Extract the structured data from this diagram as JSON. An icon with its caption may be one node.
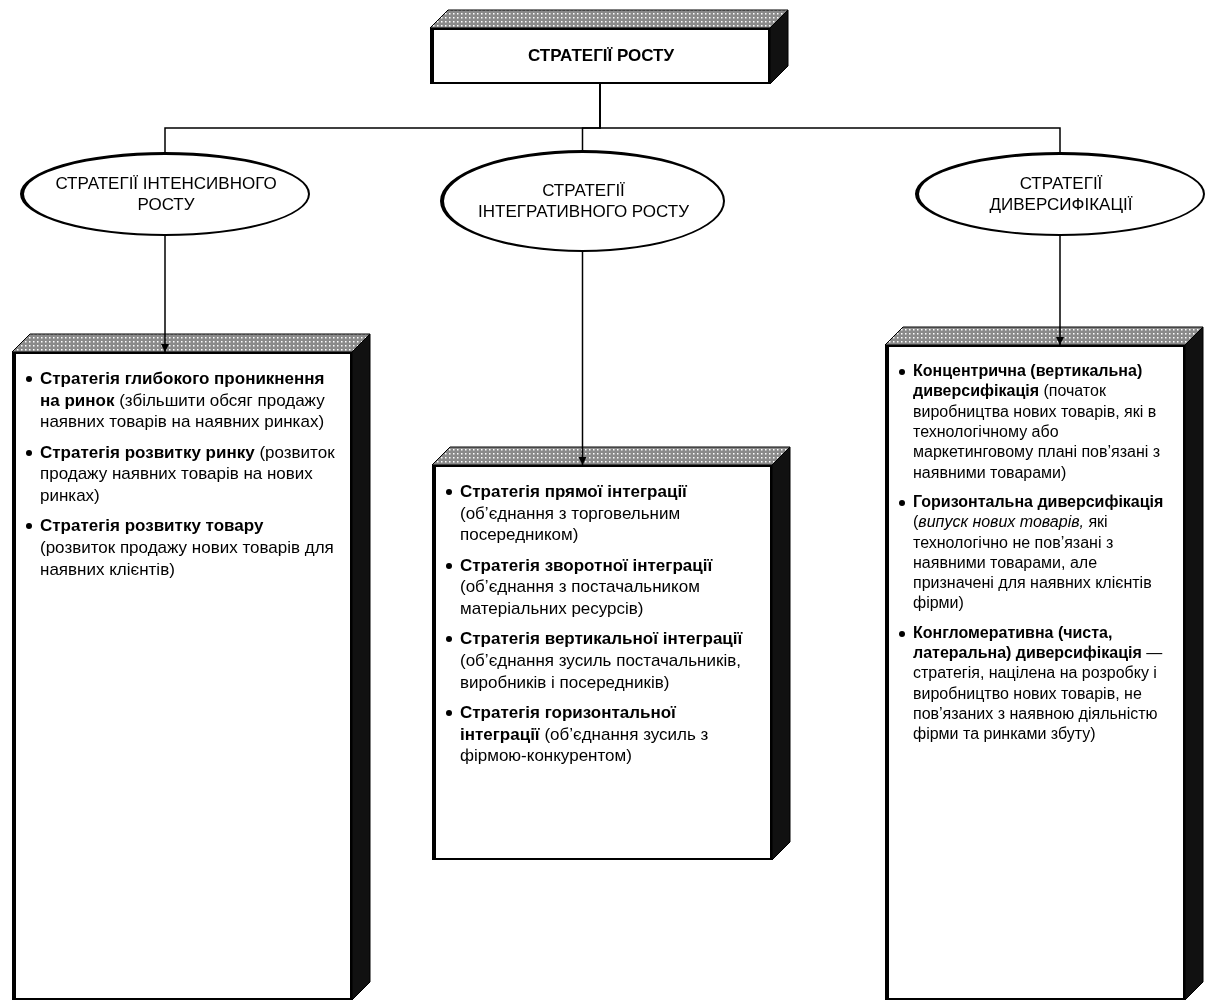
{
  "diagram": {
    "nodes": [
      {
        "text": [
          "СТРАТЕГІЇ РОСТУ"
        ]
      },
      {
        "text": [
          "СТРАТЕГІЇ ІНТЕНСИВНОГО РОСТУ"
        ]
      },
      {
        "text": [
          "СТРАТЕГІЇ ІНТЕГРАТИВНОГО РОСТУ"
        ]
      },
      {
        "text": [
          "СТРАТЕГІЇ ДИВЕРСИФІКАЦІЇ"
        ]
      },
      {
        "text": [
          "**Стратегія глибокого проникнення на ринок** (збільшити обсяг продажу наявних товарів на наявних ринках)",
          "**Стратегія розвитку ринку** (розвиток продажу наявних товарів на нових ринках)",
          "**Стратегія розвитку товару** (розвиток продажу нових товарів для наявних клієнтів)"
        ]
      },
      {
        "text": [
          "**Стратегія прямої інтеграції** (об’єднання з торговельним посередником)",
          "**Стратегія зворотної інтеграції** (об’єднання з постачальником матеріальних ресурсів)",
          "**Стратегія вертикальної інтеграції** (об’єднання зусиль постачальників, виробників і посередників)",
          "**Стратегія горизонтальної інтеграції** (об’єднання зусиль з фірмою-конкурентом)"
        ]
      },
      {
        "text": [
          "**Концентрична (вертикальна) диверсифікація** (початок виробництва нових товарів, які в технологічному або маркетинговому плані пов’язані з наявними товарами)",
          "**Горизонтальна диверсифікація** (*випуск нових товарів,* які технологічно не пов’язані з наявними товарами, але призначені для наявних клієнтів фірми)",
          "**Конгломеративна (чиста, латеральна) диверсифікація** — стратегія, націлена на розробку і виробництво нових товарів, не пов’язаних з наявною діяльністю фірми та ринками збуту)"
        ]
      }
    ],
    "edges": [
      {
        "from": 0,
        "to": 1,
        "arrow": "none"
      },
      {
        "from": 0,
        "to": 2,
        "arrow": "none"
      },
      {
        "from": 0,
        "to": 3,
        "arrow": "none"
      },
      {
        "from": 1,
        "to": 4,
        "arrow": "to"
      },
      {
        "from": 2,
        "to": 5,
        "arrow": "to"
      },
      {
        "from": 3,
        "to": 6,
        "arrow": "to"
      }
    ]
  }
}
